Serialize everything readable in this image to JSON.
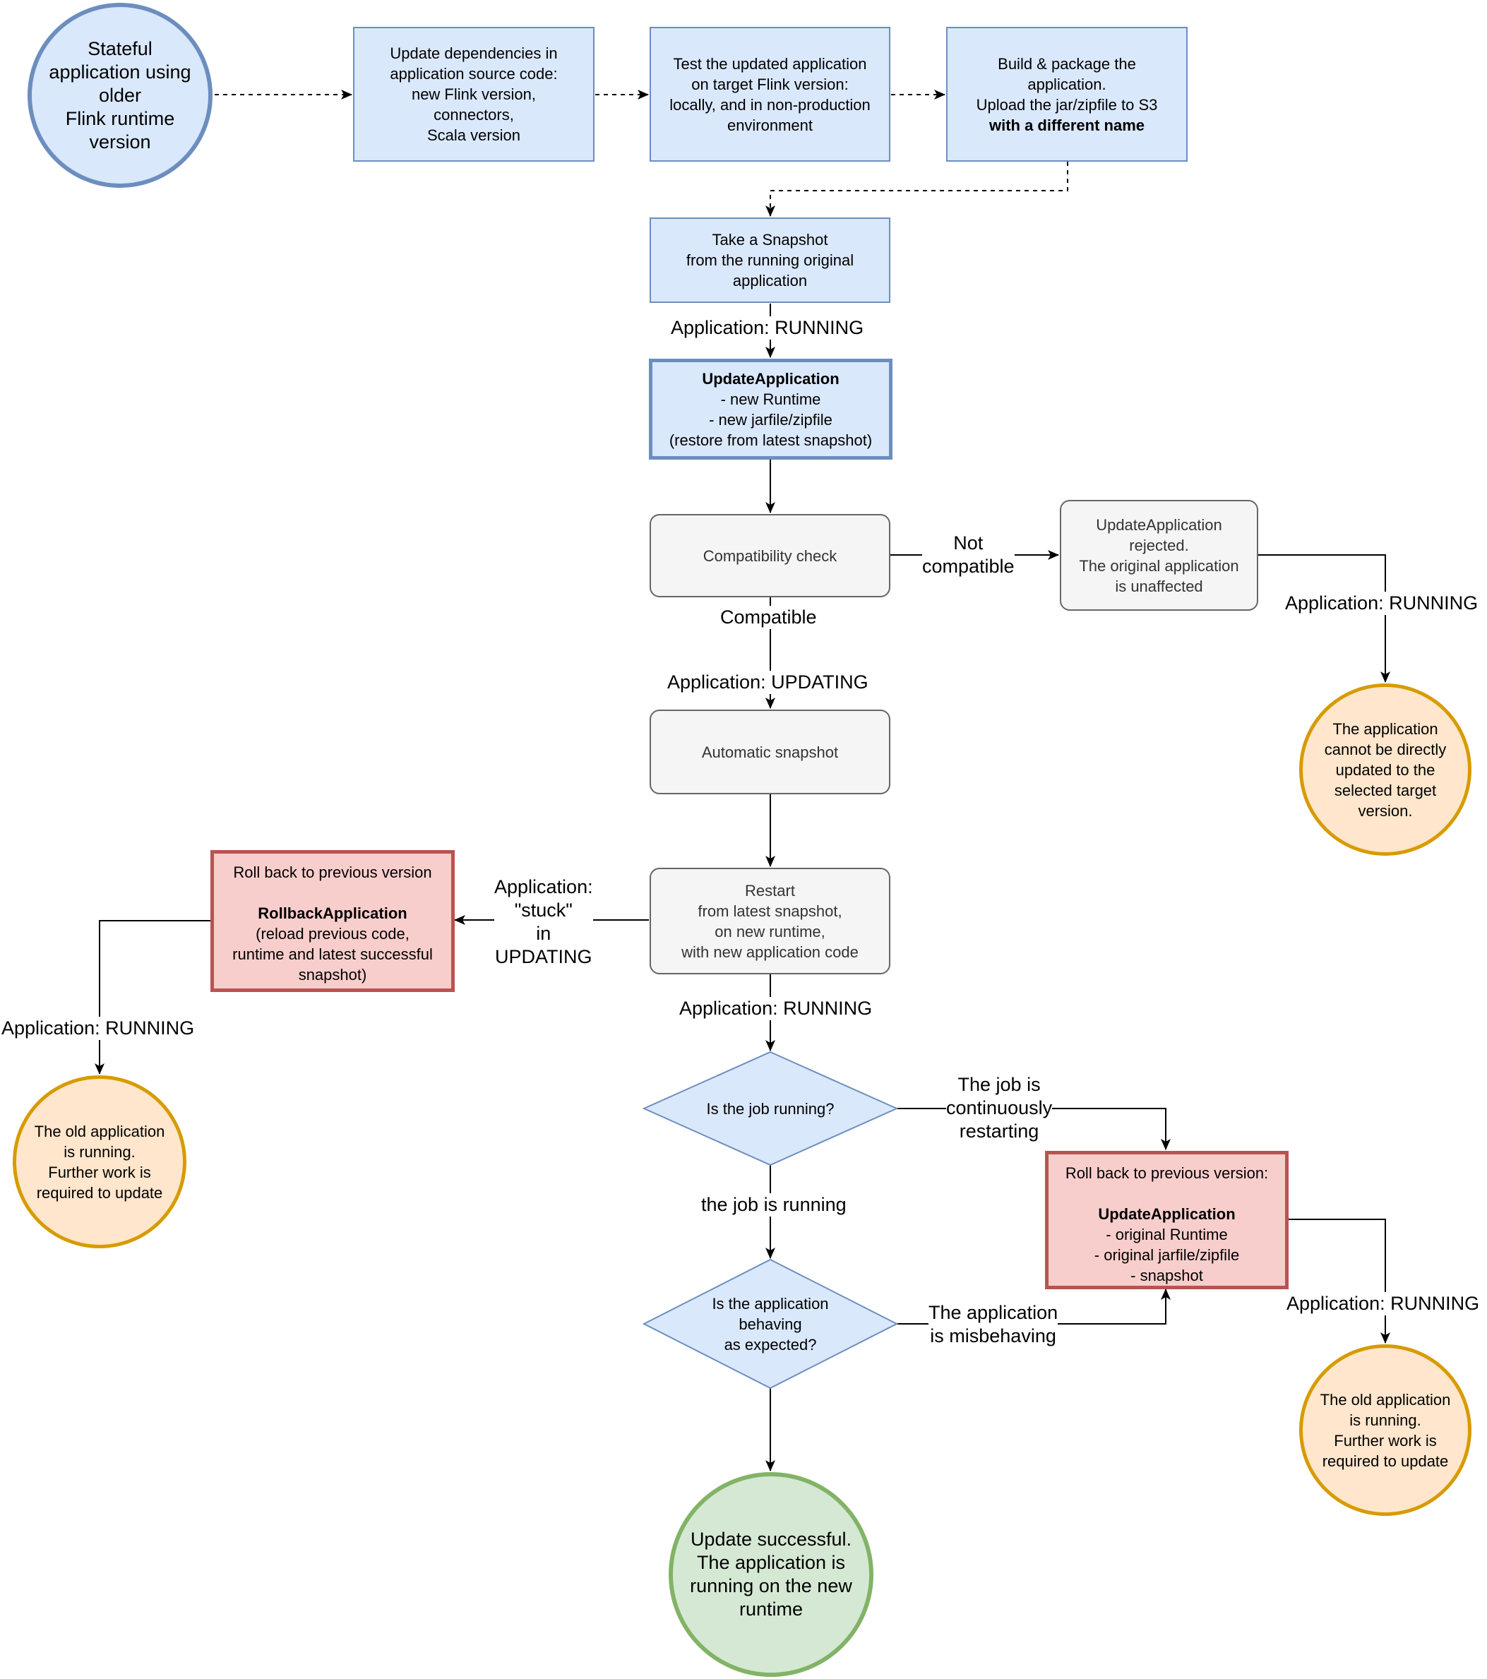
{
  "nodes": {
    "start": [
      "Stateful",
      "application using",
      "older",
      "Flink runtime",
      "version"
    ],
    "update_deps": [
      "Update dependencies in",
      "application source code:",
      "new Flink version,",
      "connectors,",
      "Scala version"
    ],
    "test_app": [
      "Test the updated application",
      "on target Flink version:",
      "locally, and in non-production",
      "environment"
    ],
    "build": {
      "lines": [
        "Build & package the",
        "application.",
        "Upload the jar/zipfile to S3"
      ],
      "bold": "with a different name"
    },
    "snapshot": [
      "Take a Snapshot",
      "from the running original",
      "application"
    ],
    "update_app": {
      "title": "UpdateApplication",
      "lines": [
        "- new Runtime",
        "- new jarfile/zipfile",
        "(restore from latest snapshot)"
      ]
    },
    "compat_check": "Compatibility check",
    "rejected": [
      "UpdateApplication",
      "rejected.",
      "The original application",
      "is unaffected"
    ],
    "cannot_update": [
      "The application",
      "cannot be directly",
      "updated to the",
      "selected target",
      "version."
    ],
    "auto_snapshot": "Automatic snapshot",
    "restart": [
      "Restart",
      "from latest snapshot,",
      "on new runtime,",
      "with new application code"
    ],
    "rollback_left": {
      "title": "Roll back to previous version",
      "bold": "RollbackApplication",
      "lines": [
        "(reload previous code,",
        "runtime and latest successful",
        "snapshot)"
      ]
    },
    "old_running_left": [
      "The old application",
      "is running.",
      "Further work is",
      "required to update"
    ],
    "job_running_q": "Is the job running?",
    "behaving_q": [
      "Is the application",
      "behaving",
      "as expected?"
    ],
    "rollback_right": {
      "title": "Roll back to previous version:",
      "bold": "UpdateApplication",
      "lines": [
        "- original Runtime",
        "- original jarfile/zipfile",
        "- snapshot"
      ]
    },
    "old_running_right": [
      "The old application",
      "is running.",
      "Further work is",
      "required to update"
    ],
    "success": [
      "Update successful.",
      "The application is",
      "running on the new",
      "runtime"
    ]
  },
  "edge_labels": {
    "running_1": "Application: RUNNING",
    "not_compatible": [
      "Not",
      "compatible"
    ],
    "running_reject": "Application: RUNNING",
    "compatible": "Compatible",
    "updating": "Application: UPDATING",
    "stuck": [
      "Application:",
      "\"stuck\"",
      "in",
      "UPDATING"
    ],
    "running_left": "Application: RUNNING",
    "running_2": "Application: RUNNING",
    "restarting": [
      "The job is",
      "continuously",
      "restarting"
    ],
    "job_is_running": "the job is running",
    "misbehaving": [
      "The application",
      "is misbehaving"
    ],
    "running_right": "Application: RUNNING"
  },
  "colors": {
    "blue_fill": "#dae8fc",
    "blue_stroke": "#6c8ebf",
    "grey_fill": "#f5f5f5",
    "grey_stroke": "#666666",
    "red_fill": "#f8cecc",
    "red_stroke": "#b85450",
    "orange_fill": "#ffe6cc",
    "orange_stroke": "#d79b00",
    "green_fill": "#d5e8d4",
    "green_stroke": "#82b366"
  }
}
